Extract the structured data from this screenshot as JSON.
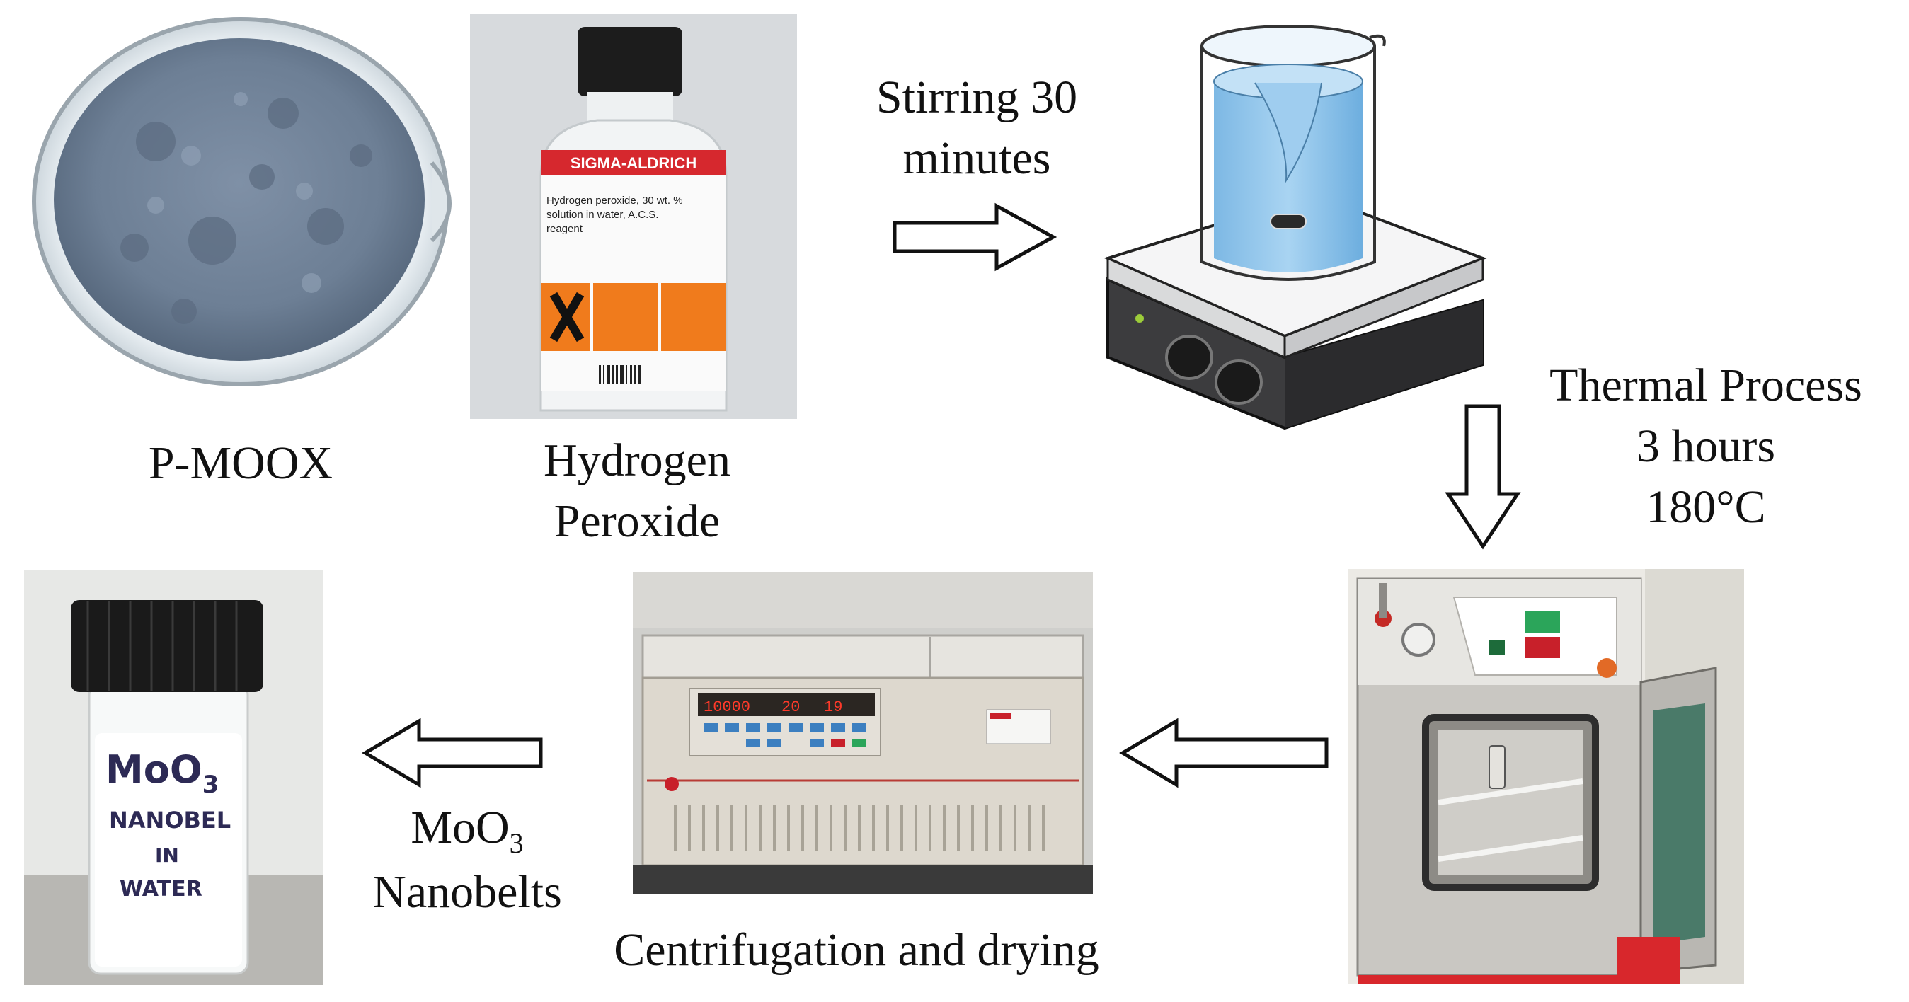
{
  "steps": {
    "pmoox": {
      "label": "P-MOOX"
    },
    "h2o2": {
      "label_line1": "Hydrogen",
      "label_line2": "Peroxide",
      "bottle_brand": "SIGMA-ALDRICH",
      "bottle_text_1": "Hydrogen peroxide, 30 wt. %",
      "bottle_text_2": "solution in water, A.C.S.",
      "bottle_text_3": "reagent"
    },
    "stirring": {
      "label_line1": "Stirring 30",
      "label_line2": "minutes"
    },
    "thermal": {
      "label_line1": "Thermal Process",
      "label_line2": "3 hours",
      "label_line3": "180°C"
    },
    "centrifuge": {
      "label": "Centrifugation and drying",
      "display_1": "10000",
      "display_2": "20",
      "display_3": "19"
    },
    "nanobelts": {
      "label_line1": "MoO",
      "label_sub": "3",
      "label_line2": "Nanobelts",
      "vial_line1": "MoO",
      "vial_sub": "3",
      "vial_line2": "NANOBEL",
      "vial_line3": "IN",
      "vial_line4": "WATER"
    }
  },
  "colors": {
    "powder": "#6d7f95",
    "sigma_red": "#d6282e",
    "hazard_orange": "#f07b1c",
    "water_blue": "#8fc4ea",
    "oven_red": "#d8272c"
  }
}
